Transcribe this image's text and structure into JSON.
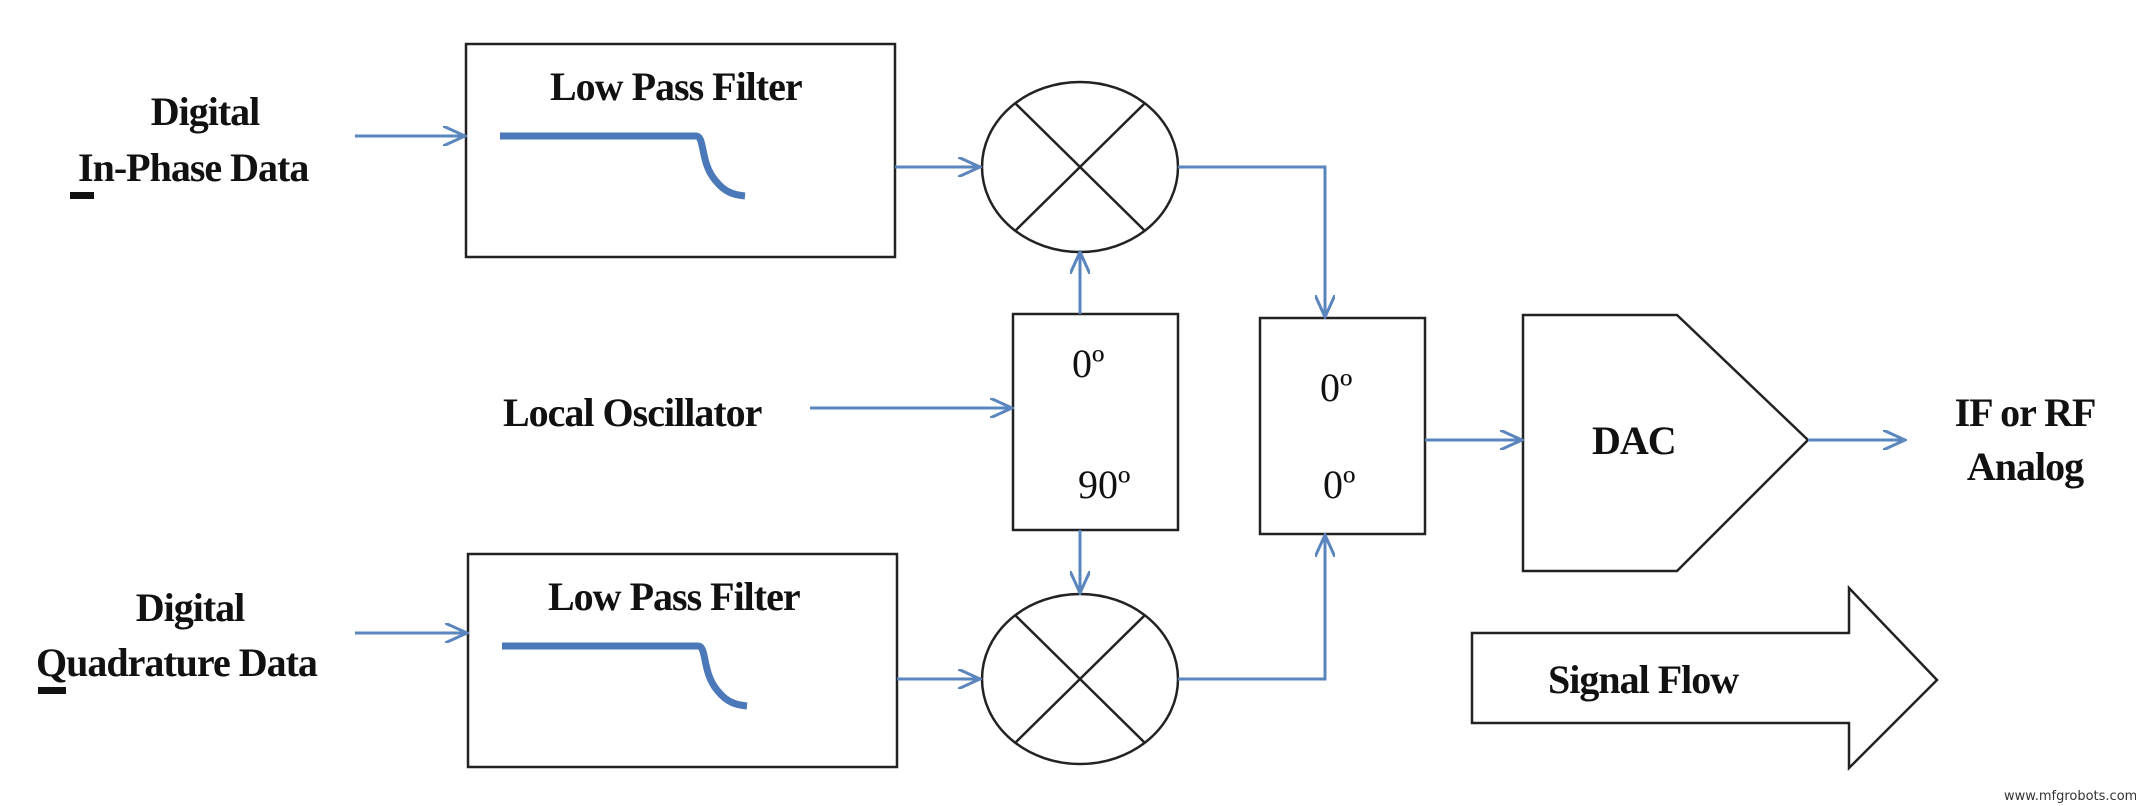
{
  "inputs": {
    "in_phase": {
      "line1": "Digital",
      "line2": "In-Phase Data"
    },
    "quadrature": {
      "line1": "Digital",
      "line2": "Quadrature Data"
    },
    "local_oscillator": "Local Oscillator"
  },
  "filters": {
    "top_title": "Low Pass Filter",
    "bottom_title": "Low Pass Filter"
  },
  "splitter": {
    "top": "0º",
    "bottom": "90º"
  },
  "combiner": {
    "top": "0º",
    "bottom": "0º"
  },
  "dac": "DAC",
  "output": {
    "line1": "IF or RF",
    "line2": "Analog"
  },
  "signal_flow": "Signal Flow",
  "watermark": "www.mfgrobots.com",
  "colors": {
    "arrow": "#5b85bd",
    "filter_curve": "#4b78b8",
    "outline": "#222222"
  }
}
